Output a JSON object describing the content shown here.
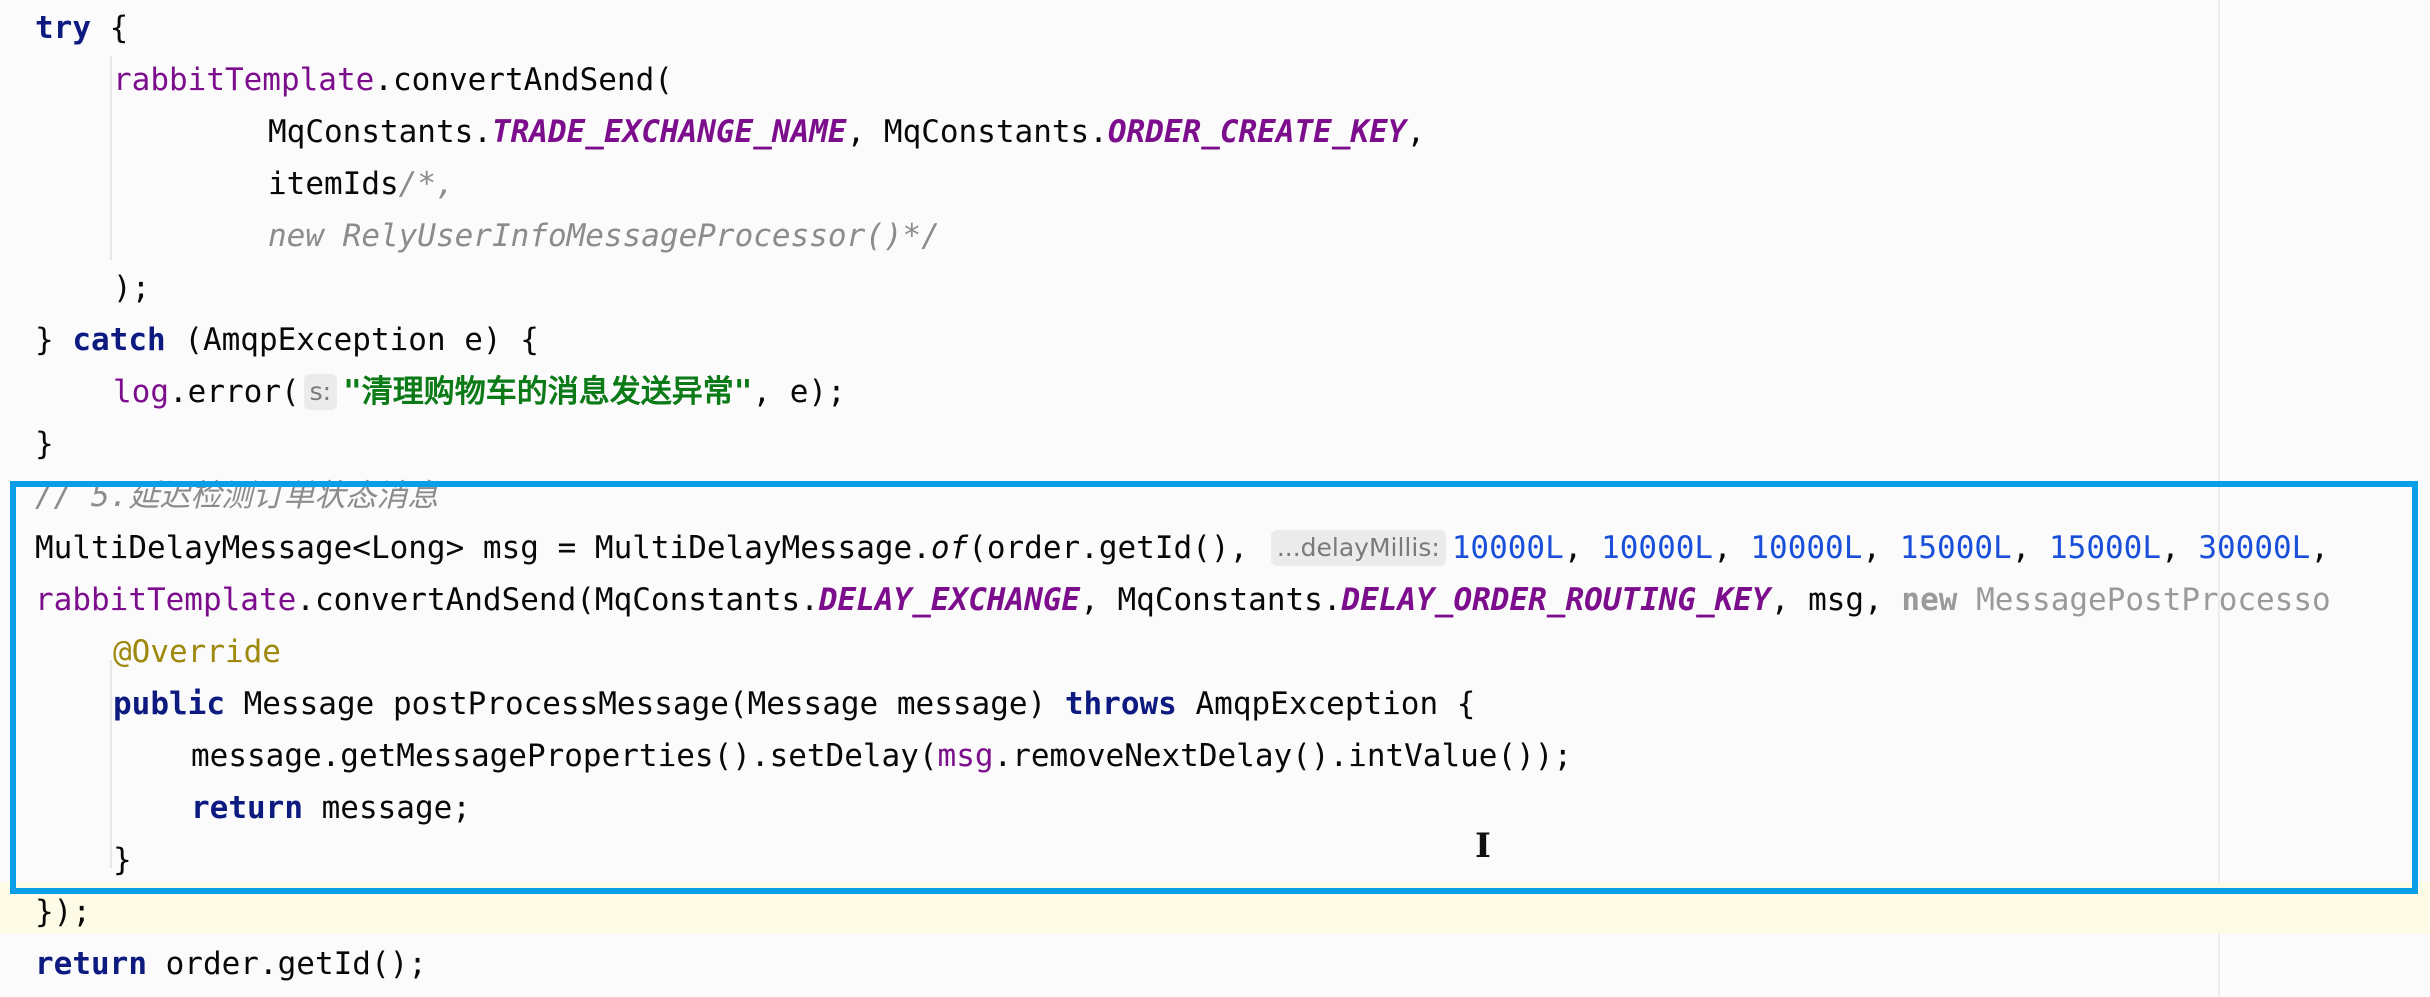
{
  "code": {
    "line1": {
      "kw_try": "try",
      "rest": " {"
    },
    "line2": {
      "field": "rabbitTemplate",
      "rest": ".convertAndSend("
    },
    "line3": {
      "cls1": "MqConstants.",
      "const1": "TRADE_EXCHANGE_NAME",
      "sep": ", MqConstants.",
      "const2": "ORDER_CREATE_KEY",
      "end": ","
    },
    "line4": {
      "text": "itemIds",
      "comment": "/*,"
    },
    "line5": {
      "comment": "new RelyUserInfoMessageProcessor()*/"
    },
    "line6": {
      "text": ");"
    },
    "line7": {
      "brace": "} ",
      "kw_catch": "catch",
      "rest": " (AmqpException e) {"
    },
    "line8": {
      "field": "log",
      "call": ".error(",
      "hint": "s:",
      "string": "\"清理购物车的消息发送异常\"",
      "rest": ", e);"
    },
    "line9": {
      "text": "}"
    },
    "line10": {
      "comment": "// 5.延迟检测订单状态消息"
    },
    "line11": {
      "prefix": "MultiDelayMessage<Long> msg = MultiDelayMessage.",
      "static_call": "of",
      "args": "(order.getId(), ",
      "hint": "...delayMillis:",
      "numbers": [
        "10000L",
        "10000L",
        "10000L",
        "15000L",
        "15000L",
        "30000L"
      ]
    },
    "line12": {
      "field": "rabbitTemplate",
      "call": ".convertAndSend(MqConstants.",
      "const1": "DELAY_EXCHANGE",
      "sep": ", MqConstants.",
      "const2": "DELAY_ORDER_ROUTING_KEY",
      "rest": ", msg, ",
      "kw_new": "new",
      "class": " MessagePostProcesso"
    },
    "line13": {
      "annotation": "@Override"
    },
    "line14": {
      "kw_public": "public",
      "sig": " Message postProcessMessage(Message message) ",
      "kw_throws": "throws",
      "rest": " AmqpException {"
    },
    "line15": {
      "pre": "message.getMessageProperties().setDelay(",
      "field": "msg",
      "post": ".removeNextDelay().intValue());"
    },
    "line16": {
      "kw_return": "return",
      "rest": " message;"
    },
    "line17": {
      "text": "}"
    },
    "line18": {
      "text": "});"
    },
    "line19": {
      "kw_return": "return",
      "rest": " order.getId();"
    }
  },
  "colors": {
    "keyword": "#0d1a80",
    "field": "#7c0d8c",
    "string": "#0b7a17",
    "comment": "#8c8c8c",
    "number": "#1a4fd9",
    "annotation": "#9e880d",
    "selection_border": "#0a9ee8"
  },
  "icons": {
    "cursor": "text-cursor-icon"
  }
}
